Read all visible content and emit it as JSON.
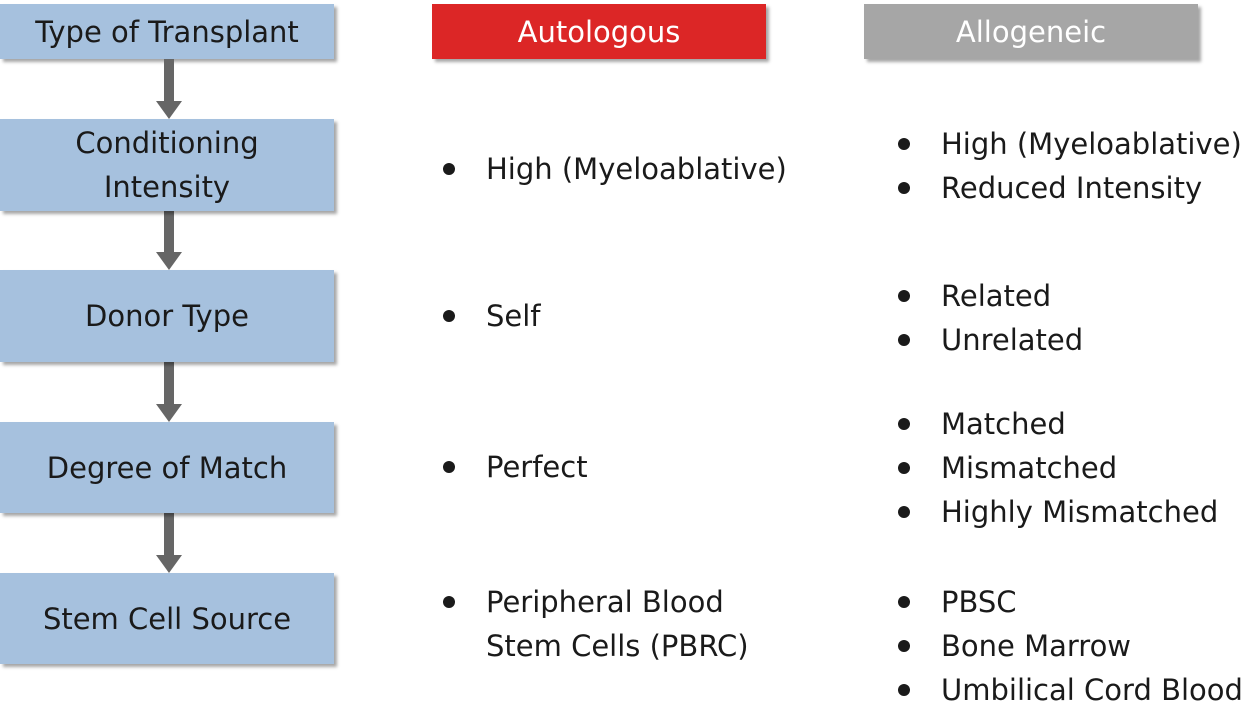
{
  "headers": {
    "type_of_transplant": "Type of Transplant",
    "autologous": "Autologous",
    "allogeneic": "Allogeneic"
  },
  "colors": {
    "autologous": "#dc2626",
    "allogeneic": "#a6a6a6",
    "step_box": "#a6c1de",
    "arrow": "#666666"
  },
  "rows": [
    {
      "label_lines": [
        "Conditioning",
        "Intensity"
      ],
      "autologous": [
        "High (Myeloablative)"
      ],
      "allogeneic": [
        "High (Myeloablative)",
        "Reduced Intensity"
      ]
    },
    {
      "label_lines": [
        "Donor Type"
      ],
      "autologous": [
        "Self"
      ],
      "allogeneic": [
        "Related",
        "Unrelated"
      ]
    },
    {
      "label_lines": [
        "Degree of Match"
      ],
      "autologous": [
        "Perfect"
      ],
      "allogeneic": [
        "Matched",
        "Mismatched",
        "Highly Mismatched"
      ]
    },
    {
      "label_lines": [
        "Stem Cell Source"
      ],
      "autologous": [
        "Peripheral Blood\nStem Cells (PBRC)"
      ],
      "allogeneic": [
        "PBSC",
        "Bone Marrow",
        "Umbilical Cord Blood"
      ]
    }
  ]
}
